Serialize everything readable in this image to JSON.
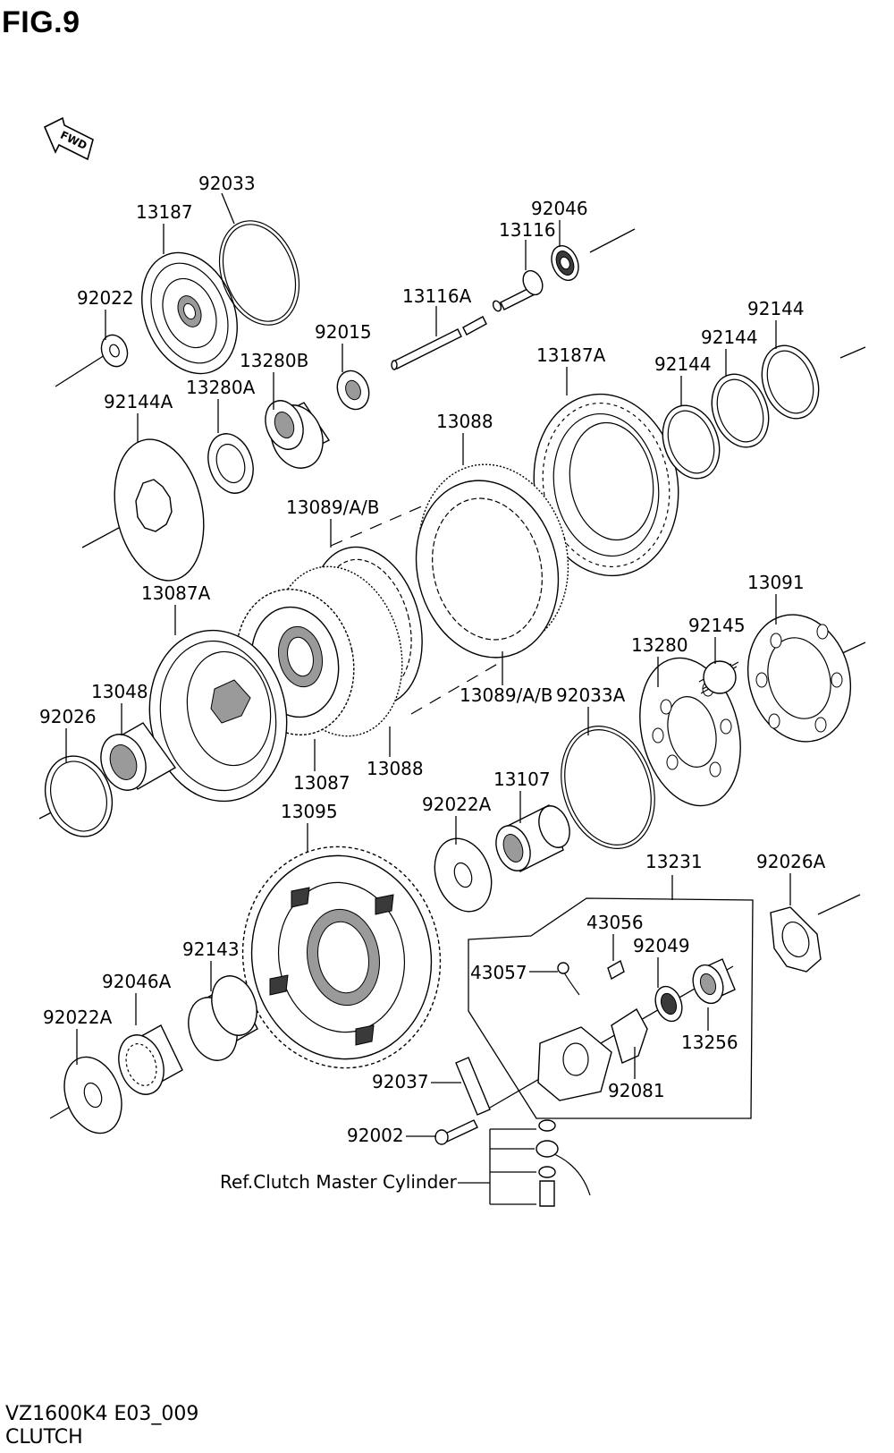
{
  "header": {
    "title": "FIG.9"
  },
  "fwd_marker": {
    "text": "FWD"
  },
  "footer": {
    "model_code": "VZ1600K4 E03_009",
    "section_name": "CLUTCH"
  },
  "labels": {
    "p92033": "92033",
    "p13187": "13187",
    "p92022": "92022",
    "p92046": "92046",
    "p13116": "13116",
    "p13116A": "13116A",
    "p92015": "92015",
    "p13280B": "13280B",
    "p13280A": "13280A",
    "p92144A": "92144A",
    "p13187A": "13187A",
    "p92144_top": "92144",
    "p92144_mid": "92144",
    "p92144_low": "92144",
    "p13088_top": "13088",
    "p13089_top": "13089/A/B",
    "p13087A": "13087A",
    "p13091": "13091",
    "p92145": "92145",
    "p13280": "13280",
    "p13048": "13048",
    "p92026": "92026",
    "p13089_bottom": "13089/A/B",
    "p92033A": "92033A",
    "p13087": "13087",
    "p13088_bottom": "13088",
    "p13107": "13107",
    "p13095": "13095",
    "p92022A_mid": "92022A",
    "p13231": "13231",
    "p92026A": "92026A",
    "p43056": "43056",
    "p92049": "92049",
    "p43057": "43057",
    "p92143": "92143",
    "p92046A": "92046A",
    "p13256": "13256",
    "p92022A_low": "92022A",
    "p92037": "92037",
    "p92081": "92081",
    "p92002": "92002",
    "ref_note": "Ref.Clutch Master Cylinder"
  }
}
